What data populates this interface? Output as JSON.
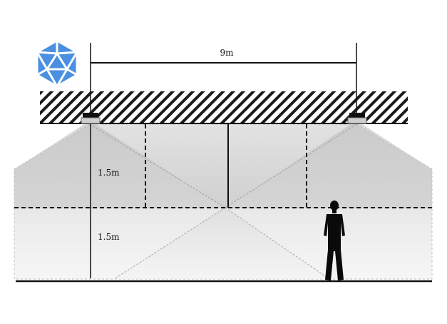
{
  "diagram": {
    "span_label": "9m",
    "upper_height_label": "1.5m",
    "lower_height_label": "1.5m"
  },
  "logo": {
    "icon": "icosahedron-logo-icon"
  },
  "colors": {
    "logo_blue": "#4a8fe0",
    "line": "#111111",
    "zone_shade": "#d6d6d6",
    "cone_shade": "#c4c4c4"
  }
}
